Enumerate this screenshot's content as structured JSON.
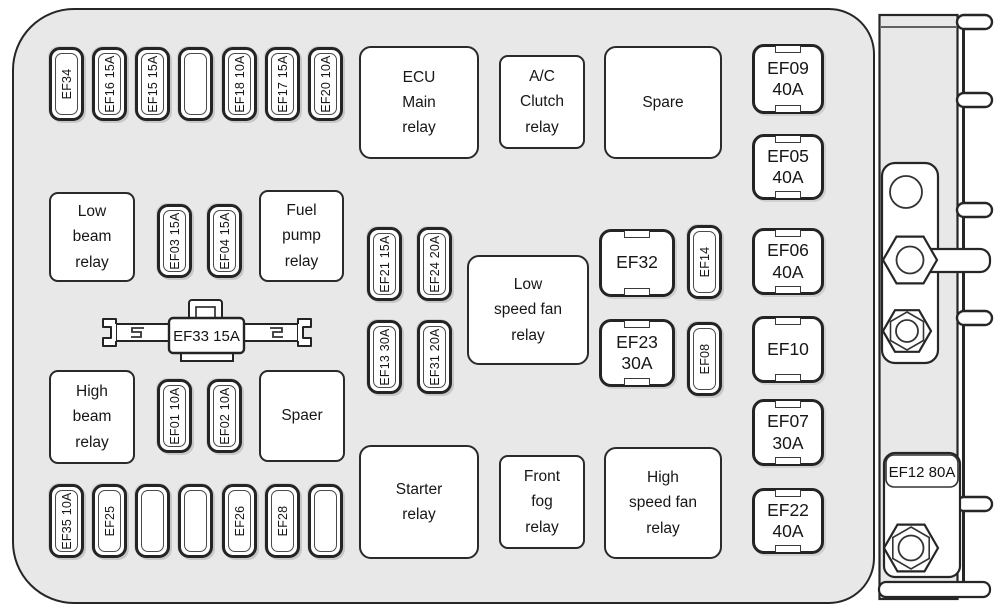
{
  "colors": {
    "panel_fill": "#e8e8e8",
    "line": "#262626",
    "fuse_fill": "#ffffff",
    "text": "#161616"
  },
  "top_fuses": [
    {
      "label": "EF34"
    },
    {
      "label": "EF16 15A"
    },
    {
      "label": "EF15 15A"
    },
    {
      "label": ""
    },
    {
      "label": "EF18 10A"
    },
    {
      "label": "EF17 15A"
    },
    {
      "label": "EF20 10A"
    }
  ],
  "bottom_fuses": [
    {
      "label": "EF35 10A"
    },
    {
      "label": "EF25"
    },
    {
      "label": ""
    },
    {
      "label": ""
    },
    {
      "label": "EF26"
    },
    {
      "label": "EF28"
    },
    {
      "label": ""
    }
  ],
  "right_fuses": [
    {
      "label": "EF09\n40A"
    },
    {
      "label": "EF05\n40A"
    },
    {
      "label": "EF06\n40A"
    },
    {
      "label": "EF10"
    },
    {
      "label": "EF07\n30A"
    },
    {
      "label": "EF22\n40A"
    }
  ],
  "square_fuses": {
    "ef32": "EF32",
    "ef23": "EF23\n30A"
  },
  "mid_fuses": {
    "ef03": "EF03 15A",
    "ef04": "EF04 15A",
    "ef21": "EF21 15A",
    "ef24": "EF24 20A",
    "ef13": "EF13 30A",
    "ef31": "EF31 20A",
    "ef14": "EF14",
    "ef08": "EF08",
    "ef01": "EF01 10A",
    "ef02": "EF02 10A"
  },
  "relays": {
    "ecu_main": "ECU\nMain\nrelay",
    "ac_clutch": "A/C\nClutch\nrelay",
    "spare_top": "Spare",
    "low_beam": "Low\nbeam\nrelay",
    "fuel_pump": "Fuel\npump\nrelay",
    "low_speed_fan": "Low\nspeed fan\nrelay",
    "high_beam": "High\nbeam\nrelay",
    "spare_mid": "Spaer",
    "starter": "Starter\nrelay",
    "front_fog": "Front\nfog\nrelay",
    "high_speed_fan": "High\nspeed fan\nrelay"
  },
  "fusible_link": {
    "label": "EF33 15A"
  },
  "side_rail": {
    "ef12_label": "EF12 80A"
  }
}
